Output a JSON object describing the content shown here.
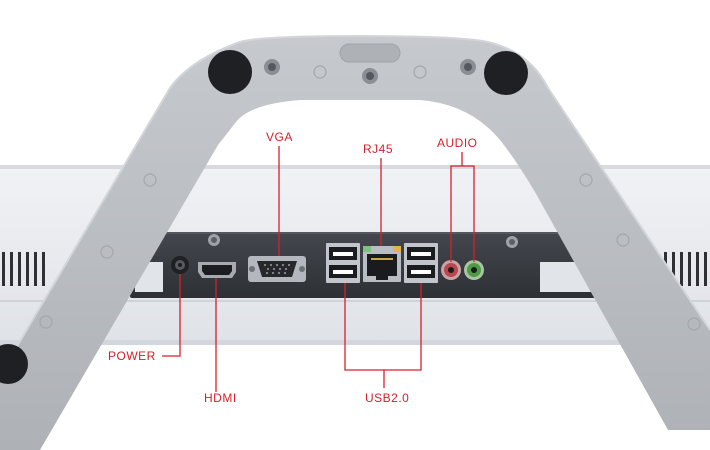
{
  "colors": {
    "callout": "#d8202a",
    "chassis": "#e7e9ee",
    "chassis_edge": "#cfd2d8",
    "stand": "#b9bcc1",
    "panel": "#3b3e44",
    "panel_dark": "#232528",
    "port_metal": "#c9ccd1"
  },
  "labels": {
    "vga": "VGA",
    "rj45": "RJ45",
    "audio": "AUDIO",
    "power": "POWER",
    "hdmi": "HDMI",
    "usb": "USB2.0"
  }
}
